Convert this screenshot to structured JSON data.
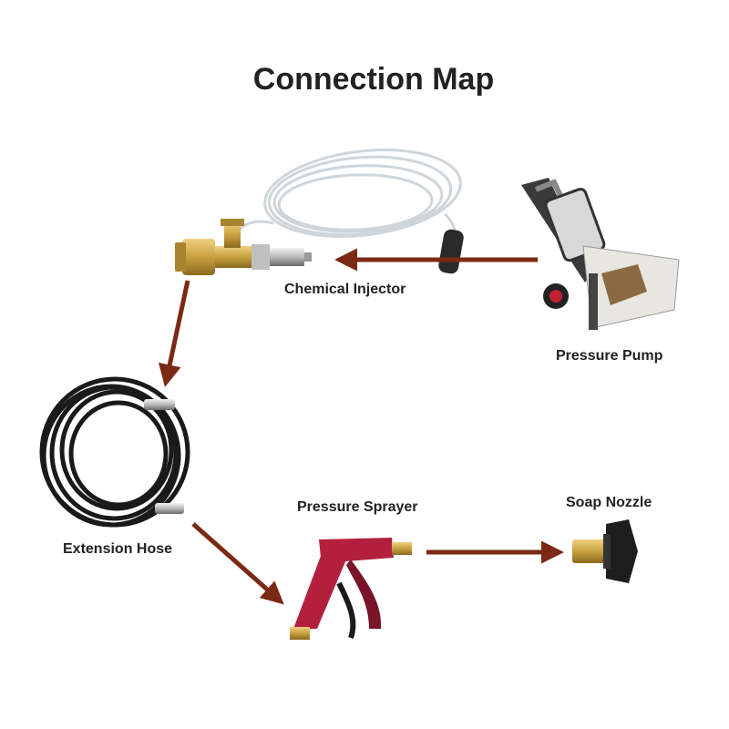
{
  "title": "Connection Map",
  "components": {
    "chemical_injector": "Chemical Injector",
    "pressure_pump": "Pressure Pump",
    "extension_hose": "Extension Hose",
    "pressure_sprayer": "Pressure Sprayer",
    "soap_nozzle": "Soap Nozzle"
  },
  "colors": {
    "arrow": "#7a2a14",
    "hose_black": "#1a1a1a",
    "brass": "#c9a040",
    "gun_red": "#b3203e",
    "tube_clear": "#cfd6da"
  }
}
